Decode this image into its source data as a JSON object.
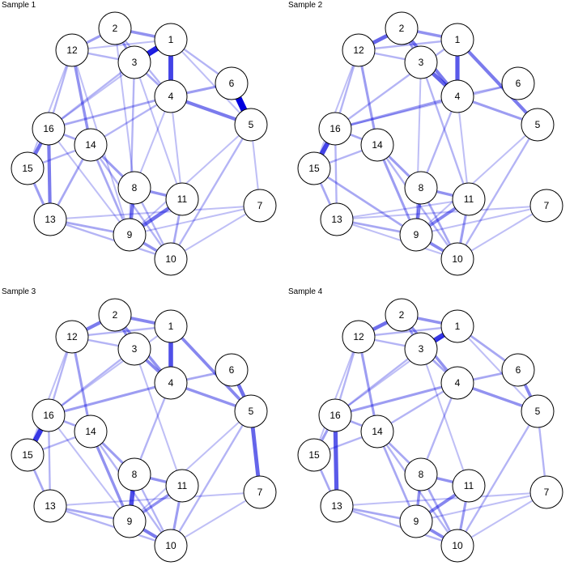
{
  "panels": [
    {
      "title": "Sample 1",
      "edges": [
        {
          "from": "1",
          "to": "3",
          "w": 0.85
        },
        {
          "from": "2",
          "to": "1",
          "w": 0.35
        },
        {
          "from": "2",
          "to": "12",
          "w": 0.3
        },
        {
          "from": "2",
          "to": "3",
          "w": 0.3
        },
        {
          "from": "1",
          "to": "4",
          "w": 0.7
        },
        {
          "from": "6",
          "to": "5",
          "w": 1.0
        },
        {
          "from": "4",
          "to": "5",
          "w": 0.45
        },
        {
          "from": "4",
          "to": "6",
          "w": 0.3
        },
        {
          "from": "16",
          "to": "15",
          "w": 0.5
        },
        {
          "from": "16",
          "to": "13",
          "w": 0.45
        },
        {
          "from": "16",
          "to": "4",
          "w": 0.25
        },
        {
          "from": "14",
          "to": "16",
          "w": 0.25
        },
        {
          "from": "12",
          "to": "14",
          "w": 0.35
        },
        {
          "from": "9",
          "to": "11",
          "w": 0.5
        },
        {
          "from": "9",
          "to": "8",
          "w": 0.45
        },
        {
          "from": "9",
          "to": "10",
          "w": 0.35
        },
        {
          "from": "8",
          "to": "11",
          "w": 0.35
        },
        {
          "from": "14",
          "to": "8",
          "w": 0.3
        },
        {
          "from": "14",
          "to": "9",
          "w": 0.25
        },
        {
          "from": "13",
          "to": "9",
          "w": 0.25
        },
        {
          "from": "13",
          "to": "10",
          "w": 0.2
        },
        {
          "from": "13",
          "to": "14",
          "w": 0.25
        },
        {
          "from": "15",
          "to": "13",
          "w": 0.3
        },
        {
          "from": "3",
          "to": "4",
          "w": 0.25
        },
        {
          "from": "12",
          "to": "1",
          "w": 0.15
        },
        {
          "from": "12",
          "to": "3",
          "w": 0.2
        },
        {
          "from": "12",
          "to": "16",
          "w": 0.2
        },
        {
          "from": "12",
          "to": "15",
          "w": 0.15
        },
        {
          "from": "1",
          "to": "6",
          "w": 0.2
        },
        {
          "from": "1",
          "to": "16",
          "w": 0.15
        },
        {
          "from": "3",
          "to": "16",
          "w": 0.2
        },
        {
          "from": "3",
          "to": "9",
          "w": 0.2
        },
        {
          "from": "3",
          "to": "11",
          "w": 0.15
        },
        {
          "from": "4",
          "to": "8",
          "w": 0.15
        },
        {
          "from": "4",
          "to": "11",
          "w": 0.15
        },
        {
          "from": "4",
          "to": "14",
          "w": 0.2
        },
        {
          "from": "5",
          "to": "10",
          "w": 0.2
        },
        {
          "from": "5",
          "to": "7",
          "w": 0.15
        },
        {
          "from": "5",
          "to": "9",
          "w": 0.15
        },
        {
          "from": "7",
          "to": "9",
          "w": 0.15
        },
        {
          "from": "7",
          "to": "10",
          "w": 0.15
        },
        {
          "from": "7",
          "to": "13",
          "w": 0.15
        },
        {
          "from": "11",
          "to": "10",
          "w": 0.25
        },
        {
          "from": "14",
          "to": "10",
          "w": 0.2
        },
        {
          "from": "16",
          "to": "9",
          "w": 0.15
        },
        {
          "from": "15",
          "to": "14",
          "w": 0.2
        },
        {
          "from": "2",
          "to": "4",
          "w": 0.2
        },
        {
          "from": "1",
          "to": "5",
          "w": 0.15
        },
        {
          "from": "8",
          "to": "10",
          "w": 0.2
        },
        {
          "from": "2",
          "to": "8",
          "w": 0.15
        },
        {
          "from": "12",
          "to": "9",
          "w": 0.15
        }
      ]
    },
    {
      "title": "Sample 2",
      "edges": [
        {
          "from": "2",
          "to": "12",
          "w": 0.55
        },
        {
          "from": "2",
          "to": "1",
          "w": 0.35
        },
        {
          "from": "2",
          "to": "3",
          "w": 0.3
        },
        {
          "from": "2",
          "to": "4",
          "w": 0.45
        },
        {
          "from": "1",
          "to": "4",
          "w": 0.6
        },
        {
          "from": "3",
          "to": "4",
          "w": 0.55
        },
        {
          "from": "1",
          "to": "5",
          "w": 0.45
        },
        {
          "from": "4",
          "to": "5",
          "w": 0.3
        },
        {
          "from": "4",
          "to": "6",
          "w": 0.2
        },
        {
          "from": "16",
          "to": "15",
          "w": 0.7
        },
        {
          "from": "16",
          "to": "4",
          "w": 0.3
        },
        {
          "from": "15",
          "to": "13",
          "w": 0.25
        },
        {
          "from": "12",
          "to": "14",
          "w": 0.3
        },
        {
          "from": "14",
          "to": "16",
          "w": 0.25
        },
        {
          "from": "8",
          "to": "11",
          "w": 0.35
        },
        {
          "from": "9",
          "to": "8",
          "w": 0.45
        },
        {
          "from": "9",
          "to": "11",
          "w": 0.4
        },
        {
          "from": "9",
          "to": "10",
          "w": 0.4
        },
        {
          "from": "14",
          "to": "8",
          "w": 0.3
        },
        {
          "from": "14",
          "to": "9",
          "w": 0.3
        },
        {
          "from": "13",
          "to": "9",
          "w": 0.25
        },
        {
          "from": "13",
          "to": "10",
          "w": 0.15
        },
        {
          "from": "16",
          "to": "13",
          "w": 0.2
        },
        {
          "from": "15",
          "to": "9",
          "w": 0.25
        },
        {
          "from": "12",
          "to": "16",
          "w": 0.2
        },
        {
          "from": "12",
          "to": "1",
          "w": 0.2
        },
        {
          "from": "12",
          "to": "3",
          "w": 0.2
        },
        {
          "from": "1",
          "to": "16",
          "w": 0.2
        },
        {
          "from": "3",
          "to": "11",
          "w": 0.2
        },
        {
          "from": "3",
          "to": "9",
          "w": 0.15
        },
        {
          "from": "5",
          "to": "10",
          "w": 0.2
        },
        {
          "from": "5",
          "to": "9",
          "w": 0.15
        },
        {
          "from": "7",
          "to": "10",
          "w": 0.15
        },
        {
          "from": "7",
          "to": "9",
          "w": 0.15
        },
        {
          "from": "11",
          "to": "10",
          "w": 0.3
        },
        {
          "from": "14",
          "to": "10",
          "w": 0.2
        },
        {
          "from": "4",
          "to": "8",
          "w": 0.2
        },
        {
          "from": "4",
          "to": "11",
          "w": 0.15
        },
        {
          "from": "8",
          "to": "10",
          "w": 0.25
        },
        {
          "from": "15",
          "to": "14",
          "w": 0.2
        },
        {
          "from": "12",
          "to": "15",
          "w": 0.15
        },
        {
          "from": "6",
          "to": "16",
          "w": 0.15
        },
        {
          "from": "13",
          "to": "11",
          "w": 0.15
        },
        {
          "from": "7",
          "to": "13",
          "w": 0.15
        }
      ]
    },
    {
      "title": "Sample 3",
      "edges": [
        {
          "from": "2",
          "to": "12",
          "w": 0.45
        },
        {
          "from": "2",
          "to": "1",
          "w": 0.4
        },
        {
          "from": "2",
          "to": "3",
          "w": 0.35
        },
        {
          "from": "2",
          "to": "4",
          "w": 0.35
        },
        {
          "from": "1",
          "to": "4",
          "w": 0.65
        },
        {
          "from": "3",
          "to": "4",
          "w": 0.4
        },
        {
          "from": "1",
          "to": "5",
          "w": 0.4
        },
        {
          "from": "6",
          "to": "5",
          "w": 0.5
        },
        {
          "from": "5",
          "to": "7",
          "w": 0.55
        },
        {
          "from": "4",
          "to": "5",
          "w": 0.35
        },
        {
          "from": "4",
          "to": "6",
          "w": 0.25
        },
        {
          "from": "16",
          "to": "15",
          "w": 0.75
        },
        {
          "from": "16",
          "to": "4",
          "w": 0.3
        },
        {
          "from": "12",
          "to": "14",
          "w": 0.3
        },
        {
          "from": "14",
          "to": "16",
          "w": 0.25
        },
        {
          "from": "14",
          "to": "9",
          "w": 0.35
        },
        {
          "from": "9",
          "to": "8",
          "w": 0.65
        },
        {
          "from": "9",
          "to": "11",
          "w": 0.35
        },
        {
          "from": "9",
          "to": "10",
          "w": 0.45
        },
        {
          "from": "8",
          "to": "11",
          "w": 0.35
        },
        {
          "from": "14",
          "to": "8",
          "w": 0.3
        },
        {
          "from": "13",
          "to": "9",
          "w": 0.25
        },
        {
          "from": "13",
          "to": "10",
          "w": 0.2
        },
        {
          "from": "15",
          "to": "13",
          "w": 0.25
        },
        {
          "from": "16",
          "to": "13",
          "w": 0.2
        },
        {
          "from": "12",
          "to": "1",
          "w": 0.2
        },
        {
          "from": "12",
          "to": "3",
          "w": 0.2
        },
        {
          "from": "12",
          "to": "16",
          "w": 0.2
        },
        {
          "from": "3",
          "to": "16",
          "w": 0.2
        },
        {
          "from": "3",
          "to": "11",
          "w": 0.15
        },
        {
          "from": "1",
          "to": "16",
          "w": 0.15
        },
        {
          "from": "5",
          "to": "10",
          "w": 0.2
        },
        {
          "from": "5",
          "to": "9",
          "w": 0.15
        },
        {
          "from": "7",
          "to": "10",
          "w": 0.15
        },
        {
          "from": "7",
          "to": "13",
          "w": 0.15
        },
        {
          "from": "11",
          "to": "10",
          "w": 0.3
        },
        {
          "from": "14",
          "to": "10",
          "w": 0.2
        },
        {
          "from": "4",
          "to": "8",
          "w": 0.2
        },
        {
          "from": "8",
          "to": "10",
          "w": 0.2
        },
        {
          "from": "15",
          "to": "14",
          "w": 0.2
        },
        {
          "from": "12",
          "to": "15",
          "w": 0.15
        },
        {
          "from": "16",
          "to": "9",
          "w": 0.15
        }
      ]
    },
    {
      "title": "Sample 4",
      "edges": [
        {
          "from": "1",
          "to": "3",
          "w": 0.75
        },
        {
          "from": "2",
          "to": "12",
          "w": 0.5
        },
        {
          "from": "2",
          "to": "1",
          "w": 0.35
        },
        {
          "from": "2",
          "to": "3",
          "w": 0.3
        },
        {
          "from": "2",
          "to": "4",
          "w": 0.35
        },
        {
          "from": "6",
          "to": "5",
          "w": 0.4
        },
        {
          "from": "4",
          "to": "5",
          "w": 0.35
        },
        {
          "from": "4",
          "to": "6",
          "w": 0.25
        },
        {
          "from": "1",
          "to": "6",
          "w": 0.25
        },
        {
          "from": "16",
          "to": "13",
          "w": 0.6
        },
        {
          "from": "16",
          "to": "15",
          "w": 0.3
        },
        {
          "from": "16",
          "to": "4",
          "w": 0.3
        },
        {
          "from": "12",
          "to": "14",
          "w": 0.3
        },
        {
          "from": "14",
          "to": "16",
          "w": 0.25
        },
        {
          "from": "9",
          "to": "11",
          "w": 0.4
        },
        {
          "from": "9",
          "to": "8",
          "w": 0.35
        },
        {
          "from": "9",
          "to": "10",
          "w": 0.4
        },
        {
          "from": "8",
          "to": "11",
          "w": 0.35
        },
        {
          "from": "14",
          "to": "8",
          "w": 0.25
        },
        {
          "from": "14",
          "to": "9",
          "w": 0.25
        },
        {
          "from": "13",
          "to": "9",
          "w": 0.25
        },
        {
          "from": "13",
          "to": "10",
          "w": 0.2
        },
        {
          "from": "15",
          "to": "13",
          "w": 0.25
        },
        {
          "from": "3",
          "to": "4",
          "w": 0.25
        },
        {
          "from": "12",
          "to": "1",
          "w": 0.2
        },
        {
          "from": "12",
          "to": "3",
          "w": 0.2
        },
        {
          "from": "12",
          "to": "16",
          "w": 0.2
        },
        {
          "from": "12",
          "to": "15",
          "w": 0.15
        },
        {
          "from": "3",
          "to": "16",
          "w": 0.2
        },
        {
          "from": "3",
          "to": "11",
          "w": 0.15
        },
        {
          "from": "1",
          "to": "16",
          "w": 0.15
        },
        {
          "from": "5",
          "to": "7",
          "w": 0.2
        },
        {
          "from": "5",
          "to": "10",
          "w": 0.2
        },
        {
          "from": "7",
          "to": "10",
          "w": 0.15
        },
        {
          "from": "7",
          "to": "9",
          "w": 0.15
        },
        {
          "from": "7",
          "to": "13",
          "w": 0.15
        },
        {
          "from": "11",
          "to": "10",
          "w": 0.3
        },
        {
          "from": "14",
          "to": "10",
          "w": 0.2
        },
        {
          "from": "4",
          "to": "8",
          "w": 0.2
        },
        {
          "from": "8",
          "to": "10",
          "w": 0.25
        },
        {
          "from": "15",
          "to": "14",
          "w": 0.2
        },
        {
          "from": "4",
          "to": "14",
          "w": 0.2
        },
        {
          "from": "1",
          "to": "5",
          "w": 0.15
        }
      ]
    }
  ],
  "colors": {
    "edge": "#0000dd",
    "node_stroke": "#000000",
    "node_fill": "#ffffff"
  }
}
